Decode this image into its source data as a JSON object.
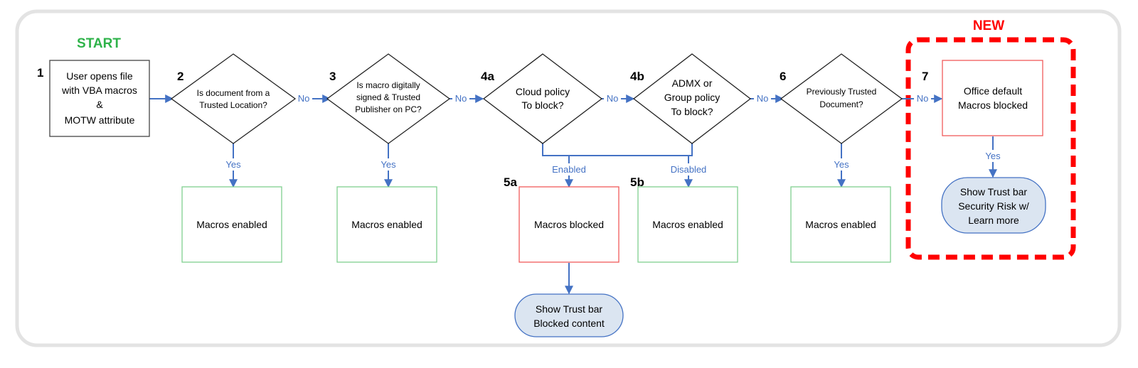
{
  "start_label": "START",
  "new_label": "NEW",
  "steps": {
    "s1": {
      "number": "1",
      "lines": [
        "User opens file",
        "with VBA macros",
        "&",
        "MOTW attribute"
      ]
    },
    "s2": {
      "number": "2",
      "lines": [
        "Is document from a",
        "Trusted Location?"
      ]
    },
    "s3": {
      "number": "3",
      "lines": [
        "Is macro digitally",
        "signed & Trusted",
        "Publisher on PC?"
      ]
    },
    "s4a": {
      "number": "4a",
      "lines": [
        "Cloud policy",
        "To block?"
      ]
    },
    "s4b": {
      "number": "4b",
      "lines": [
        "ADMX or",
        "Group policy",
        "To block?"
      ]
    },
    "s6": {
      "number": "6",
      "lines": [
        "Previously Trusted",
        "Document?"
      ]
    },
    "s7": {
      "number": "7",
      "lines": [
        "Office default",
        "Macros blocked"
      ]
    }
  },
  "outcomes": {
    "r2": {
      "label": "Macros enabled"
    },
    "r3": {
      "label": "Macros enabled"
    },
    "r5a": {
      "number": "5a",
      "label": "Macros blocked"
    },
    "r5b": {
      "number": "5b",
      "label": "Macros enabled"
    },
    "r6": {
      "label": "Macros enabled"
    }
  },
  "trust_bars": {
    "t5a": {
      "lines": [
        "Show Trust bar",
        "Blocked content"
      ]
    },
    "t7": {
      "lines": [
        "Show Trust bar",
        "Security Risk w/",
        "Learn more"
      ]
    }
  },
  "edge_labels": {
    "no": "No",
    "yes": "Yes",
    "enabled": "Enabled",
    "disabled": "Disabled"
  },
  "colors": {
    "connector": "#4472c4",
    "start": "#2fb34a",
    "new": "#ff0000",
    "enabled_border": "#7fd08f",
    "blocked_border": "#f05a5a",
    "trust_fill": "#dbe5f1",
    "trust_stroke": "#4472c4"
  }
}
